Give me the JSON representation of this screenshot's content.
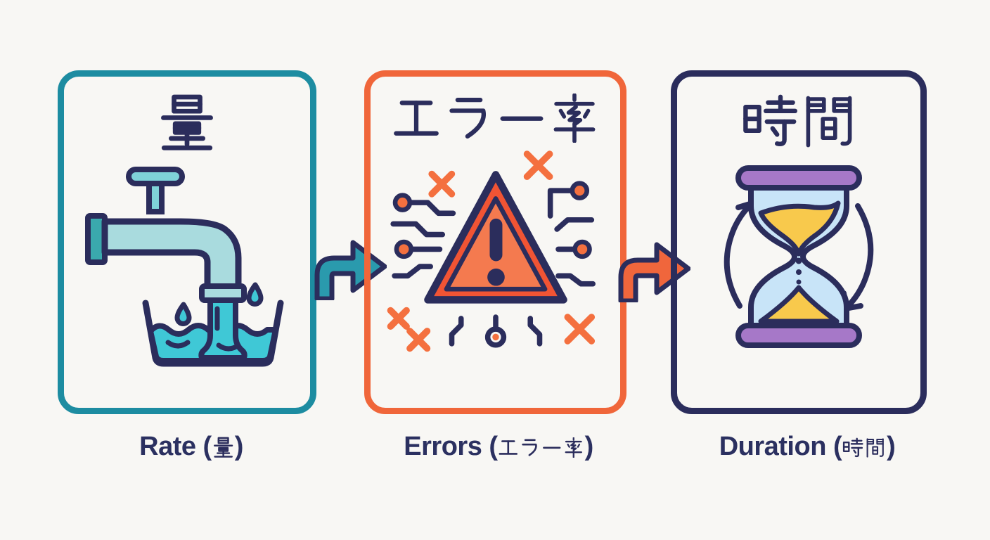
{
  "background_color": "#f8f7f4",
  "ink_color": "#2b2d5c",
  "panels": [
    {
      "id": "rate",
      "header_kanji": "量",
      "icon": "faucet-with-water-basin",
      "label": "Rate (量)",
      "label_prefix": "Rate (",
      "label_suffix": ")",
      "border_color": "#1d8ca1"
    },
    {
      "id": "errors",
      "header_kanji": "エラー率",
      "icon": "warning-triangle-with-circuit-traces",
      "label": "Errors (エラー率)",
      "label_prefix": "Errors (",
      "label_suffix": ")",
      "border_color": "#f0663a"
    },
    {
      "id": "duration",
      "header_kanji": "時間",
      "icon": "hourglass-with-cycle-arrows",
      "label": "Duration (時間)",
      "label_prefix": "Duration (",
      "label_suffix": ")",
      "border_color": "#2b2d5c"
    }
  ],
  "arrows": [
    {
      "from": "rate",
      "to": "errors",
      "fill_color": "#2a9aad"
    },
    {
      "from": "errors",
      "to": "duration",
      "fill_color": "#f0663c"
    }
  ],
  "icon_colors": {
    "faucet_body": "#a9dbde",
    "faucet_handle": "#7fd2d8",
    "faucet_flange": "#3aa9ad",
    "water": "#3fc8d6",
    "triangle_outer": "#f15434",
    "triangle_inner": "#f47a4f",
    "error_mark": "#f4703f",
    "hourglass_cap": "#a678c8",
    "hourglass_glass": "#c8e4f8",
    "hourglass_sand": "#f8c94c"
  }
}
